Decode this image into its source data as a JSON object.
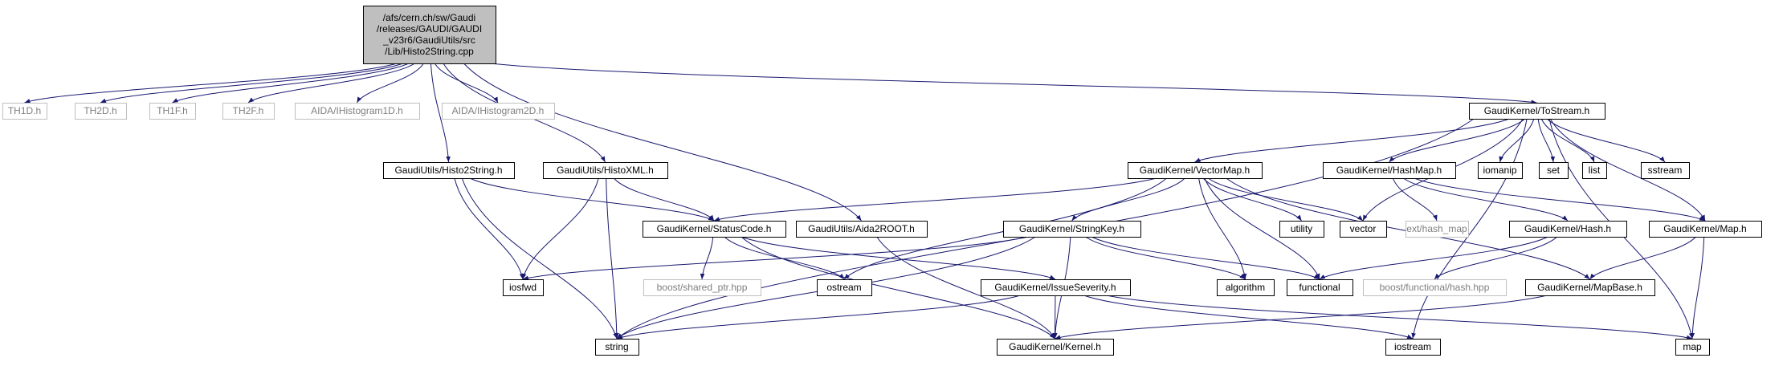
{
  "graph": {
    "colors": {
      "edge": "#191970",
      "node_fill": "#ffffff",
      "node_fill_focus": "#bfbfbf",
      "node_border": "#000000",
      "node_border_muted": "#bfbfbf",
      "text": "#000000",
      "text_muted": "#7f7f7f"
    },
    "nodes": [
      {
        "id": "root",
        "lines": [
          "/afs/cern.ch/sw/Gaudi",
          "/releases/GAUDI/GAUDI",
          "_v23r6/GaudiUtils/src",
          "/Lib/Histo2String.cpp"
        ],
        "style": "focus"
      },
      {
        "id": "th1d",
        "lines": [
          "TH1D.h"
        ],
        "style": "muted"
      },
      {
        "id": "th2d",
        "lines": [
          "TH2D.h"
        ],
        "style": "muted"
      },
      {
        "id": "th1f",
        "lines": [
          "TH1F.h"
        ],
        "style": "muted"
      },
      {
        "id": "th2f",
        "lines": [
          "TH2F.h"
        ],
        "style": "muted"
      },
      {
        "id": "aida1d",
        "lines": [
          "AIDA/IHistogram1D.h"
        ],
        "style": "muted"
      },
      {
        "id": "aida2d",
        "lines": [
          "AIDA/IHistogram2D.h"
        ],
        "style": "muted"
      },
      {
        "id": "tostream",
        "lines": [
          "GaudiKernel/ToStream.h"
        ],
        "style": "normal"
      },
      {
        "id": "histo2string",
        "lines": [
          "GaudiUtils/Histo2String.h"
        ],
        "style": "normal"
      },
      {
        "id": "histoxml",
        "lines": [
          "GaudiUtils/HistoXML.h"
        ],
        "style": "normal"
      },
      {
        "id": "vectormap",
        "lines": [
          "GaudiKernel/VectorMap.h"
        ],
        "style": "normal"
      },
      {
        "id": "hashmap",
        "lines": [
          "GaudiKernel/HashMap.h"
        ],
        "style": "normal"
      },
      {
        "id": "iomanip",
        "lines": [
          "iomanip"
        ],
        "style": "normal"
      },
      {
        "id": "set",
        "lines": [
          "set"
        ],
        "style": "normal"
      },
      {
        "id": "list",
        "lines": [
          "list"
        ],
        "style": "normal"
      },
      {
        "id": "sstream",
        "lines": [
          "sstream"
        ],
        "style": "normal"
      },
      {
        "id": "statuscode",
        "lines": [
          "GaudiKernel/StatusCode.h"
        ],
        "style": "normal"
      },
      {
        "id": "aida2root",
        "lines": [
          "GaudiUtils/Aida2ROOT.h"
        ],
        "style": "normal"
      },
      {
        "id": "stringkey",
        "lines": [
          "GaudiKernel/StringKey.h"
        ],
        "style": "normal"
      },
      {
        "id": "utility",
        "lines": [
          "utility"
        ],
        "style": "normal"
      },
      {
        "id": "vector",
        "lines": [
          "vector"
        ],
        "style": "normal"
      },
      {
        "id": "exthashmap",
        "lines": [
          "ext/hash_map"
        ],
        "style": "muted"
      },
      {
        "id": "hash",
        "lines": [
          "GaudiKernel/Hash.h"
        ],
        "style": "normal"
      },
      {
        "id": "map_h",
        "lines": [
          "GaudiKernel/Map.h"
        ],
        "style": "normal"
      },
      {
        "id": "iosfwd",
        "lines": [
          "iosfwd"
        ],
        "style": "normal"
      },
      {
        "id": "sharedptr",
        "lines": [
          "boost/shared_ptr.hpp"
        ],
        "style": "muted"
      },
      {
        "id": "ostream",
        "lines": [
          "ostream"
        ],
        "style": "normal"
      },
      {
        "id": "issueseverity",
        "lines": [
          "GaudiKernel/IssueSeverity.h"
        ],
        "style": "normal"
      },
      {
        "id": "algorithm",
        "lines": [
          "algorithm"
        ],
        "style": "normal"
      },
      {
        "id": "functional",
        "lines": [
          "functional"
        ],
        "style": "normal"
      },
      {
        "id": "boosthash",
        "lines": [
          "boost/functional/hash.hpp"
        ],
        "style": "muted"
      },
      {
        "id": "mapbase",
        "lines": [
          "GaudiKernel/MapBase.h"
        ],
        "style": "normal"
      },
      {
        "id": "string",
        "lines": [
          "string"
        ],
        "style": "normal"
      },
      {
        "id": "kernel",
        "lines": [
          "GaudiKernel/Kernel.h"
        ],
        "style": "normal"
      },
      {
        "id": "iostream",
        "lines": [
          "iostream"
        ],
        "style": "normal"
      },
      {
        "id": "map",
        "lines": [
          "map"
        ],
        "style": "normal"
      }
    ],
    "edges": [
      [
        "root",
        "th1d"
      ],
      [
        "root",
        "th2d"
      ],
      [
        "root",
        "th1f"
      ],
      [
        "root",
        "th2f"
      ],
      [
        "root",
        "aida1d"
      ],
      [
        "root",
        "aida2d"
      ],
      [
        "root",
        "tostream"
      ],
      [
        "root",
        "histo2string"
      ],
      [
        "root",
        "histoxml"
      ],
      [
        "root",
        "aida2root"
      ],
      [
        "tostream",
        "string"
      ],
      [
        "tostream",
        "vectormap"
      ],
      [
        "tostream",
        "hashmap"
      ],
      [
        "tostream",
        "iomanip"
      ],
      [
        "tostream",
        "set"
      ],
      [
        "tostream",
        "list"
      ],
      [
        "tostream",
        "sstream"
      ],
      [
        "tostream",
        "vector"
      ],
      [
        "tostream",
        "map_h"
      ],
      [
        "tostream",
        "iostream"
      ],
      [
        "tostream",
        "map"
      ],
      [
        "histo2string",
        "statuscode"
      ],
      [
        "histo2string",
        "iosfwd"
      ],
      [
        "histo2string",
        "string"
      ],
      [
        "histoxml",
        "statuscode"
      ],
      [
        "histoxml",
        "iosfwd"
      ],
      [
        "histoxml",
        "string"
      ],
      [
        "vectormap",
        "statuscode"
      ],
      [
        "vectormap",
        "stringkey"
      ],
      [
        "vectormap",
        "utility"
      ],
      [
        "vectormap",
        "vector"
      ],
      [
        "vectormap",
        "ostream"
      ],
      [
        "vectormap",
        "algorithm"
      ],
      [
        "vectormap",
        "functional"
      ],
      [
        "vectormap",
        "mapbase"
      ],
      [
        "hashmap",
        "exthashmap"
      ],
      [
        "hashmap",
        "hash"
      ],
      [
        "hashmap",
        "map_h"
      ],
      [
        "statuscode",
        "sharedptr"
      ],
      [
        "statuscode",
        "ostream"
      ],
      [
        "statuscode",
        "issueseverity"
      ],
      [
        "statuscode",
        "kernel"
      ],
      [
        "aida2root",
        "kernel"
      ],
      [
        "stringkey",
        "iosfwd"
      ],
      [
        "stringkey",
        "string"
      ],
      [
        "stringkey",
        "algorithm"
      ],
      [
        "stringkey",
        "functional"
      ],
      [
        "stringkey",
        "kernel"
      ],
      [
        "hash",
        "functional"
      ],
      [
        "hash",
        "boosthash"
      ],
      [
        "map_h",
        "mapbase"
      ],
      [
        "map_h",
        "map"
      ],
      [
        "issueseverity",
        "string"
      ],
      [
        "issueseverity",
        "kernel"
      ],
      [
        "issueseverity",
        "iostream"
      ],
      [
        "issueseverity",
        "map"
      ],
      [
        "mapbase",
        "kernel"
      ]
    ]
  }
}
